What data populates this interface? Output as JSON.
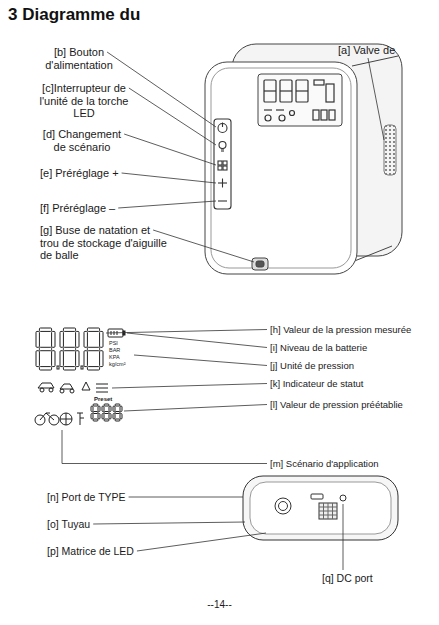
{
  "diagram": {
    "title": "3 Diagramme du",
    "labels": [
      "[a] Valve de",
      "[b] Bouton d'alimentation",
      "[c]Interrupteur de l'unité de la torche LED",
      "[d] Changement de scénario",
      "[e] Préréglage +",
      "[f] Préréglage –",
      "[g] Buse de natation et trou de stockage d'aiguille de balle",
      "[h] Valeur de la pression mesurée",
      "[i] Niveau de la batterie",
      "[j] Unité de pression",
      "[k] Indicateur de statut",
      "[l] Valeur de pression préétablie",
      "[m] Scénario d'application",
      "[n] Port de TYPE",
      "[o] Tuyau",
      "[p] Matrice de LED",
      "[q] DC port",
      "PSI",
      "BAR",
      "KPA",
      "kg/cm²",
      "Preset",
      "--14--"
    ]
  }
}
